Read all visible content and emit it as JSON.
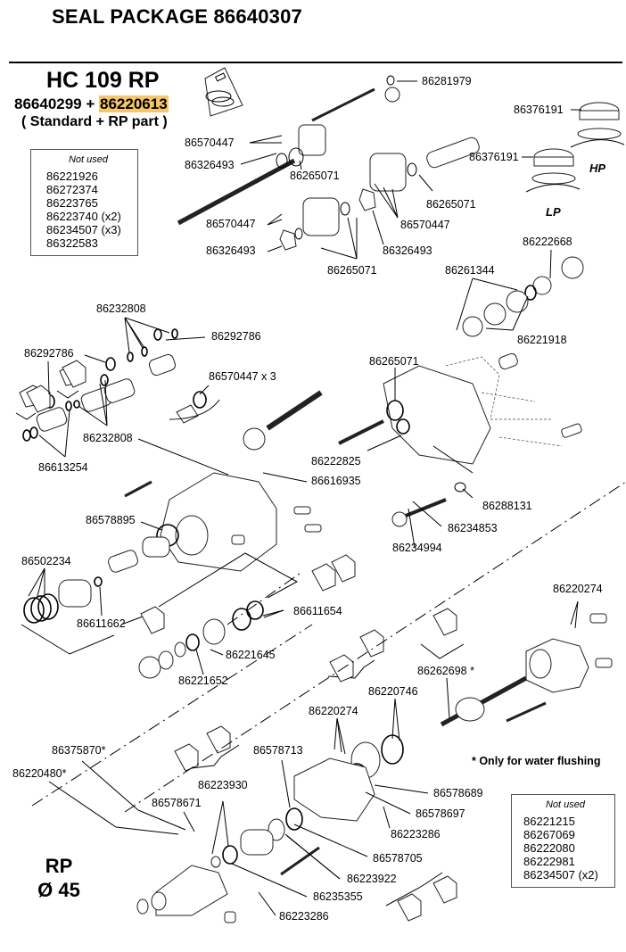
{
  "header": {
    "title": "SEAL PACKAGE 86640307",
    "model": "HC 109 RP",
    "package_parts_prefix": "86640299 + ",
    "package_parts_highlight": "86220613",
    "package_subtitle": "( Standard + RP part )",
    "highlight_color": "#f6c66a"
  },
  "not_used_top": {
    "heading": "Not used",
    "items": [
      "86221926",
      "86272374",
      "86223765",
      "86223740 (x2)",
      "86234507 (x3)",
      "86322583"
    ]
  },
  "not_used_bottom": {
    "heading": "Not used",
    "items": [
      "86221215",
      "86267069",
      "86222080",
      "86222981",
      "86234507 (x2)"
    ]
  },
  "variants": {
    "hp": "HP",
    "lp": "LP"
  },
  "rp_label": {
    "line1": "RP",
    "line2": "Ø 45"
  },
  "footnote": "* Only for water flushing",
  "labels": {
    "l86281979": "86281979",
    "l86376191_hp": "86376191",
    "l86376191_lp": "86376191",
    "l86570447_a": "86570447",
    "l86326493_a": "86326493",
    "l86265071_a": "86265071",
    "l86265071_b": "86265071",
    "l86570447_b": "86570447",
    "l86570447_c": "86570447",
    "l86326493_b": "86326493",
    "l86326493_c": "86326493",
    "l86265071_c": "86265071",
    "l86222668": "86222668",
    "l86261344": "86261344",
    "l86221918": "86221918",
    "l86232808_a": "86232808",
    "l86292786_a": "86292786",
    "l86292786_b": "86292786",
    "l86570447x3": "86570447 x 3",
    "l86265071_d": "86265071",
    "l86232808_b": "86232808",
    "l86613254": "86613254",
    "l86222825": "86222825",
    "l86616935": "86616935",
    "l86288131": "86288131",
    "l86578895": "86578895",
    "l86234853": "86234853",
    "l86234994": "86234994",
    "l86502234": "86502234",
    "l86611662": "86611662",
    "l86611654": "86611654",
    "l86220274_a": "86220274",
    "l86221645": "86221645",
    "l86221652": "86221652",
    "l86262698": "86262698 *",
    "l86220746": "86220746",
    "l86220274_b": "86220274",
    "l86375870": "86375870*",
    "l86578713": "86578713",
    "l86220480": "86220480*",
    "l86223930": "86223930",
    "l86578689": "86578689",
    "l86578671": "86578671",
    "l86578697": "86578697",
    "l86223286_a": "86223286",
    "l86578705": "86578705",
    "l86223922": "86223922",
    "l86235355": "86235355",
    "l86223286_b": "86223286"
  }
}
